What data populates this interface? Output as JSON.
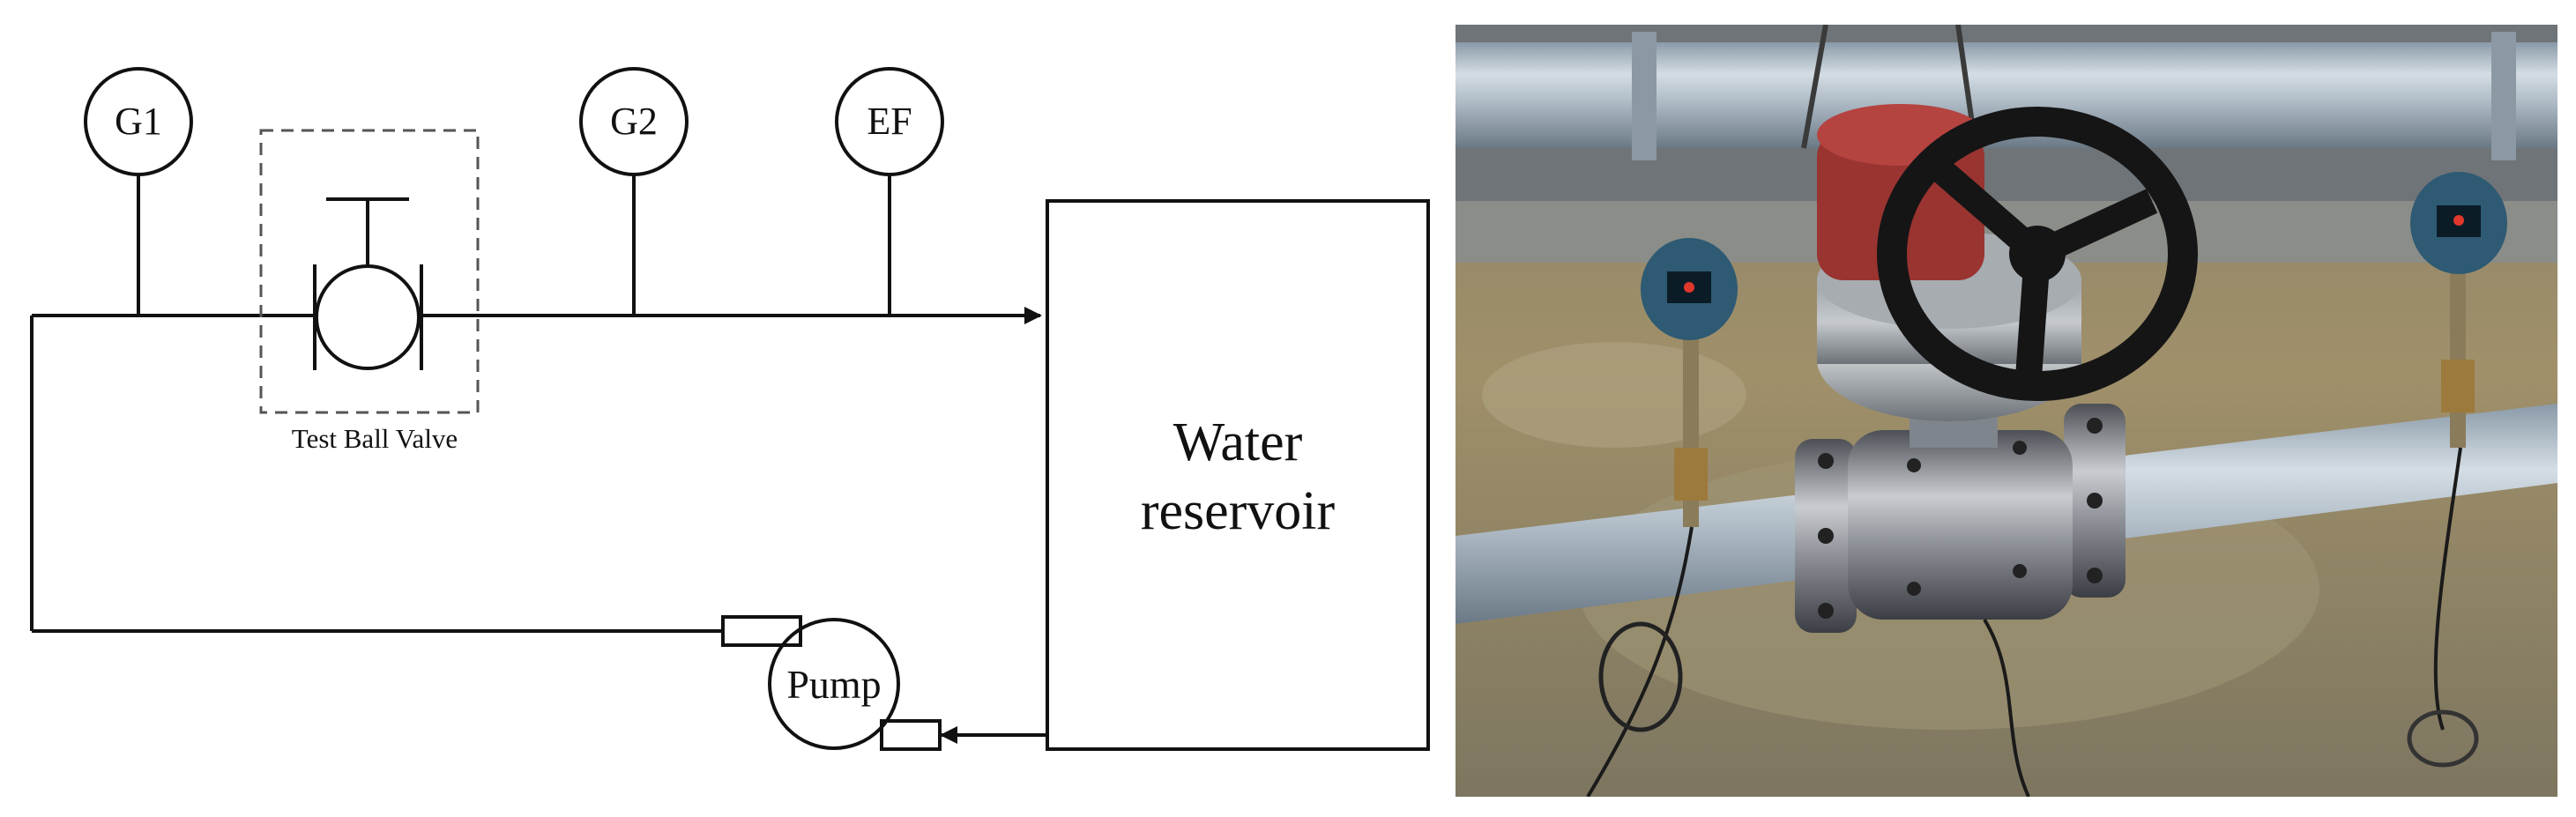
{
  "schematic": {
    "gauges": {
      "g1": "G1",
      "g2": "G2",
      "ef": "EF"
    },
    "valve_label": "Test Ball Valve",
    "reservoir_line1": "Water",
    "reservoir_line2": "reservoir",
    "pump_label": "Pump"
  },
  "photo": {
    "subject": "ball valve with handwheel gearbox on test pipeline with two pressure transmitters"
  }
}
